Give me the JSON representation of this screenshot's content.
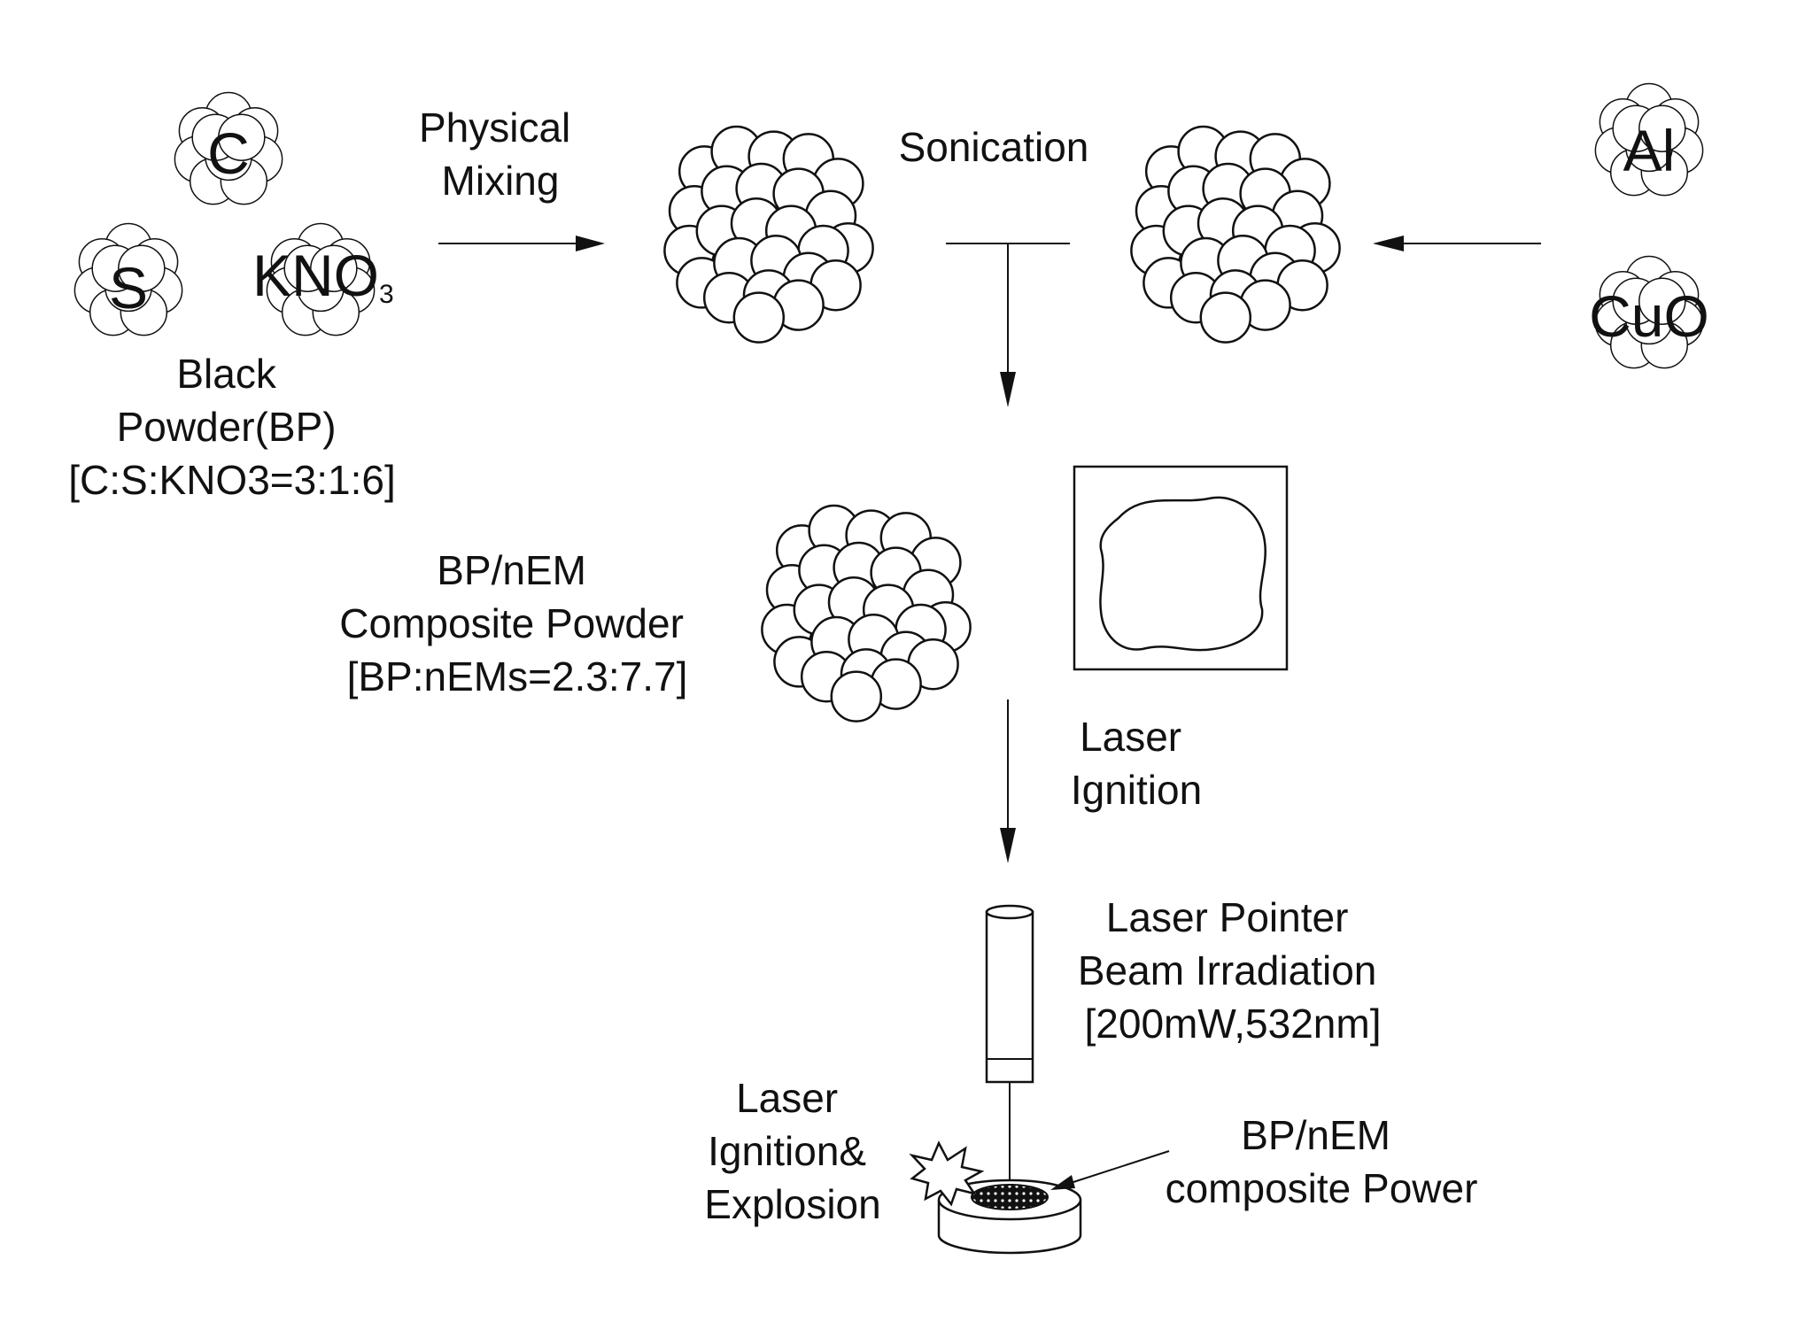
{
  "colors": {
    "stroke": "#111111",
    "background": "#ffffff"
  },
  "labels": {
    "physical_mixing": [
      "Physical",
      "Mixing"
    ],
    "sonication": "Sonication",
    "element_c": "C",
    "element_s": "S",
    "element_kno3": "KNO",
    "element_kno3_sub": "3",
    "element_al": "Al",
    "element_cuo": "CuO",
    "black_powder": [
      "Black",
      "Powder(BP)",
      "[C:S:KNO3=3:1:6]"
    ],
    "composite_powder": [
      "BP/nEM",
      "Composite Powder",
      "[BP:nEMs=2.3:7.7]"
    ],
    "laser_ignition": [
      "Laser",
      "Ignition"
    ],
    "laser_pointer": [
      "Laser Pointer",
      "Beam Irradiation",
      "[200mW,532nm]"
    ],
    "ignition_explosion": [
      "Laser",
      "Ignition&",
      "Explosion"
    ],
    "composite_power": [
      "BP/nEM",
      "composite Power"
    ]
  }
}
